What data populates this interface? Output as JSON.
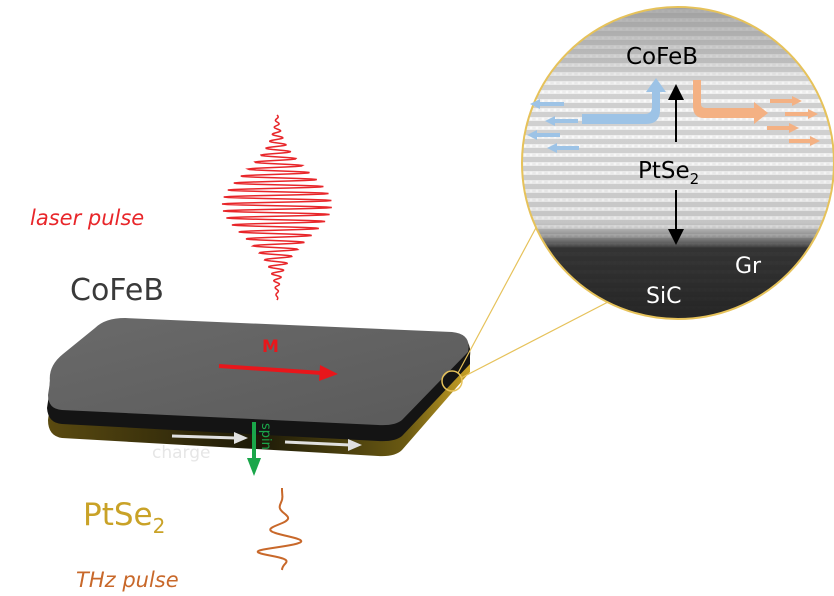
{
  "labels": {
    "laser_pulse": "laser pulse",
    "cofeb": "CoFeB",
    "magnetization": "M",
    "charge": "charge",
    "spin": "spin",
    "ptse2_base": "PtSe",
    "ptse2_sub": "2",
    "thz_pulse": "THz pulse"
  },
  "inset": {
    "cofeb": "CoFeB",
    "ptse2_base": "PtSe",
    "ptse2_sub": "2",
    "gr": "Gr",
    "sic": "SiC"
  },
  "colors": {
    "laser": "#e8262a",
    "magnetization": "#e8161b",
    "spin": "#1aa64a",
    "ptse2": "#c9a227",
    "thz": "#c8682a",
    "blue_arrow": "#9dc3e6",
    "orange_arrow": "#f4b183",
    "inset_border": "#e6c25a"
  }
}
